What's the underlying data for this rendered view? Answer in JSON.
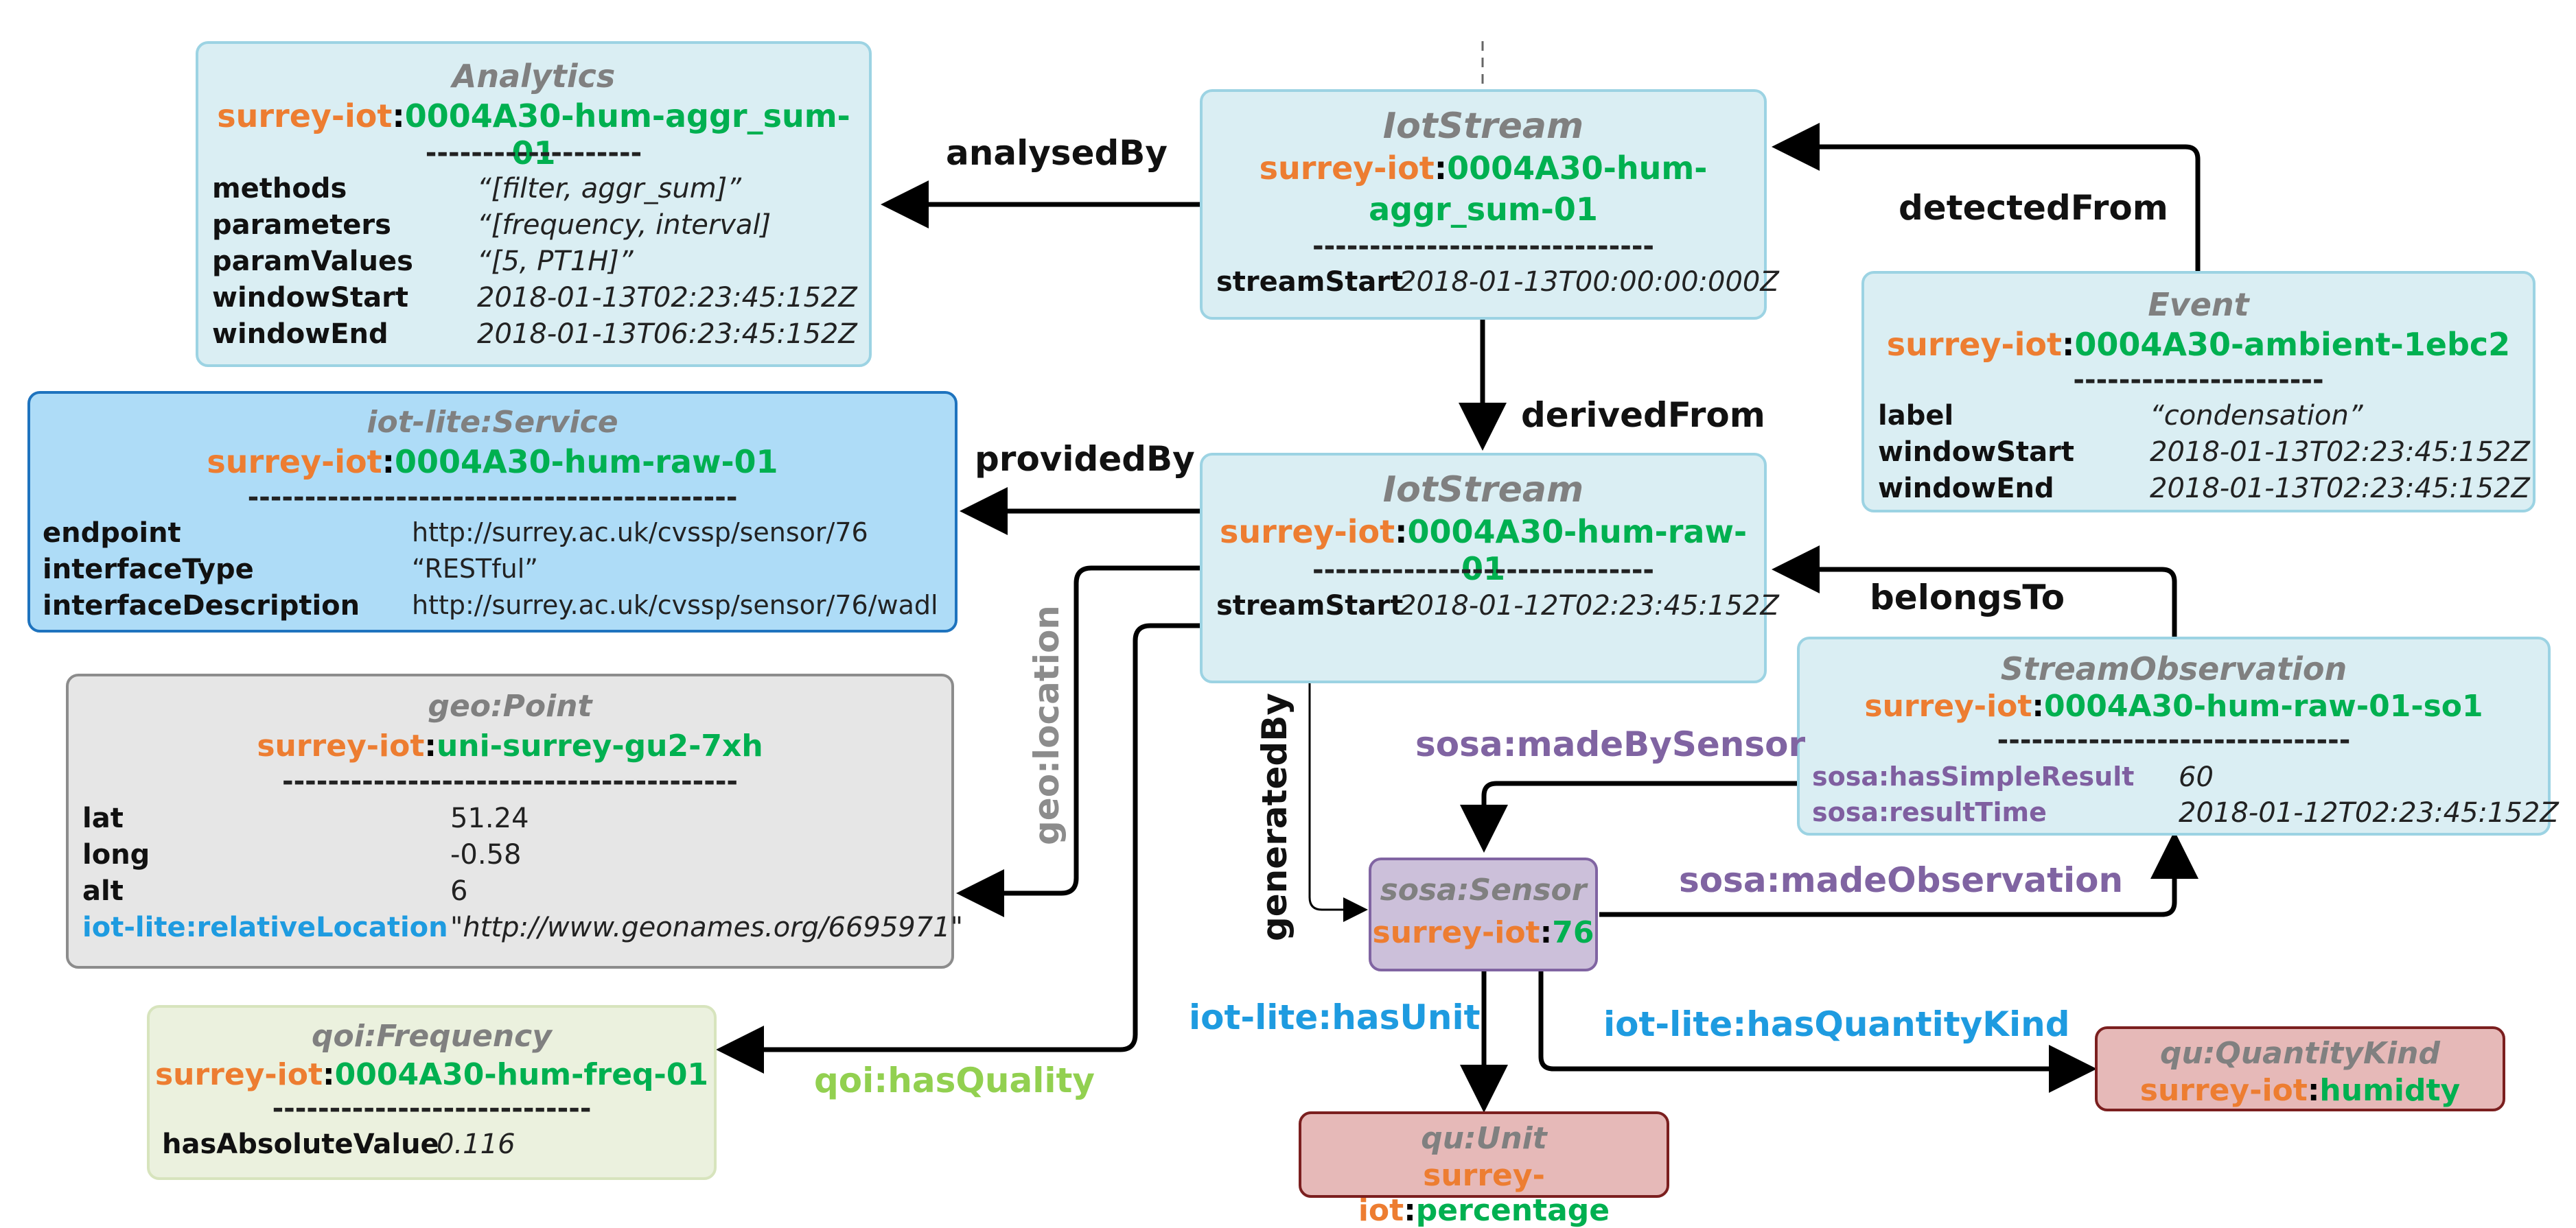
{
  "nodes": {
    "analytics": {
      "type": "Analytics",
      "prefix": "surrey-iot",
      "suffix": "0004A30-hum-aggr_sum-01",
      "separator": "-------------------",
      "props": [
        {
          "key": "methods",
          "value": "“[filter, aggr_sum]”"
        },
        {
          "key": "parameters",
          "value": "“[frequency, interval]"
        },
        {
          "key": "paramValues",
          "value": "“[5, PT1H]”"
        },
        {
          "key": "windowStart",
          "value": "2018-01-13T02:23:45:152Z"
        },
        {
          "key": "windowEnd",
          "value": "2018-01-13T06:23:45:152Z"
        }
      ]
    },
    "stream_aggr": {
      "type": "IotStream",
      "prefix": "surrey-iot",
      "suffix_line1": "0004A30-hum-",
      "suffix_line2": "aggr_sum-01",
      "separator": "------------------------------",
      "props": [
        {
          "key": "streamStart",
          "value": "2018-01-13T00:00:00:000Z"
        }
      ]
    },
    "event": {
      "type": "Event",
      "prefix": "surrey-iot",
      "suffix": "0004A30-ambient-1ebc2",
      "separator": "----------------------",
      "props": [
        {
          "key": "label",
          "value": "“condensation”"
        },
        {
          "key": "windowStart",
          "value": "2018-01-13T02:23:45:152Z"
        },
        {
          "key": "windowEnd",
          "value": "2018-01-13T02:23:45:152Z"
        }
      ]
    },
    "service": {
      "type": "iot-lite:Service",
      "prefix": "surrey-iot",
      "suffix": "0004A30-hum-raw-01",
      "separator": "-------------------------------------------",
      "props": [
        {
          "key": "endpoint",
          "value": "http://surrey.ac.uk/cvssp/sensor/76"
        },
        {
          "key": "interfaceType",
          "value": "“RESTful”"
        },
        {
          "key": "interfaceDescription",
          "value": "http://surrey.ac.uk/cvssp/sensor/76/wadl"
        }
      ]
    },
    "stream_raw": {
      "type": "IotStream",
      "prefix": "surrey-iot",
      "suffix": "0004A30-hum-raw-01",
      "separator": "------------------------------",
      "props": [
        {
          "key": "streamStart",
          "value": "2018-01-12T02:23:45:152Z"
        }
      ]
    },
    "point": {
      "type": "geo:Point",
      "prefix": "surrey-iot",
      "suffix": "uni-surrey-gu2-7xh",
      "separator": "----------------------------------------",
      "props": [
        {
          "key": "lat",
          "value": "51.24"
        },
        {
          "key": "long",
          "value": "-0.58"
        },
        {
          "key": "alt",
          "value": "6"
        },
        {
          "key": "iot-lite:relativeLocation",
          "value": "\"http://www.geonames.org/6695971\""
        }
      ]
    },
    "stream_obs": {
      "type": "StreamObservation",
      "prefix": "surrey-iot",
      "suffix": "0004A30-hum-raw-01-so1",
      "separator": "-------------------------------",
      "props": [
        {
          "key": "sosa:hasSimpleResult",
          "value": "60"
        },
        {
          "key": "sosa:resultTime",
          "value": "2018-01-12T02:23:45:152Z"
        }
      ]
    },
    "sensor": {
      "type": "sosa:Sensor",
      "prefix": "surrey-iot",
      "suffix": "76"
    },
    "frequency": {
      "type": "qoi:Frequency",
      "prefix": "surrey-iot",
      "suffix": "0004A30-hum-freq-01",
      "separator": "----------------------------",
      "props": [
        {
          "key": "hasAbsoluteValue",
          "value": "0.116"
        }
      ]
    },
    "quantity_kind": {
      "type": "qu:QuantityKind",
      "prefix": "surrey-iot",
      "suffix": "humidty"
    },
    "unit": {
      "type": "qu:Unit",
      "prefix": "surrey-iot",
      "suffix": "percentage"
    }
  },
  "edges": {
    "analysedBy": "analysedBy",
    "detectedFrom": "detectedFrom",
    "derivedFrom": "derivedFrom",
    "providedBy": "providedBy",
    "belongsTo": "belongsTo",
    "geoLocation": "geo:location",
    "generatedBy": "generatedBy",
    "madeBySensor": "sosa:madeBySensor",
    "madeObservation": "sosa:madeObservation",
    "hasUnit": "iot-lite:hasUnit",
    "hasQuantityKind": "iot-lite:hasQuantityKind",
    "hasQuality": "qoi:hasQuality"
  },
  "colors": {
    "prefix": "#ED7D31",
    "suffix": "#00B050",
    "type": "#808080",
    "purple_edge": "#8064A2",
    "blue_edge": "#1E9BE0",
    "green_edge": "#92D050",
    "gray_edge": "#8C8C8C"
  }
}
